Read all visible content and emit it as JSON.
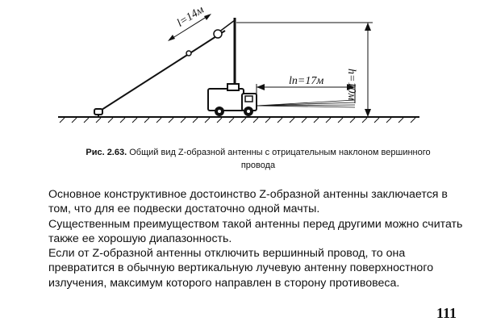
{
  "figure": {
    "label_l": "l=14м",
    "label_ln": "lп=17м",
    "label_h": "h=10м"
  },
  "caption": {
    "label": "Рис. 2.63.",
    "text": "Общий вид Z-образной антенны с отрицательным наклоном вершинного провода"
  },
  "paragraphs": [
    "Основное конструктивное достоинство Z-образной антенны заключается в том, что для ее подвески достаточно одной мачты.",
    "Существенным преимуществом такой антенны перед другими можно считать также ее хорошую диапазонность.",
    "Если от Z-образной антенны отключить вершинный провод, то она превратится в обычную вертикальную лучевую антенну поверхностного излучения, максимум которого направлен в сторону противовеса."
  ],
  "page_number": "111"
}
